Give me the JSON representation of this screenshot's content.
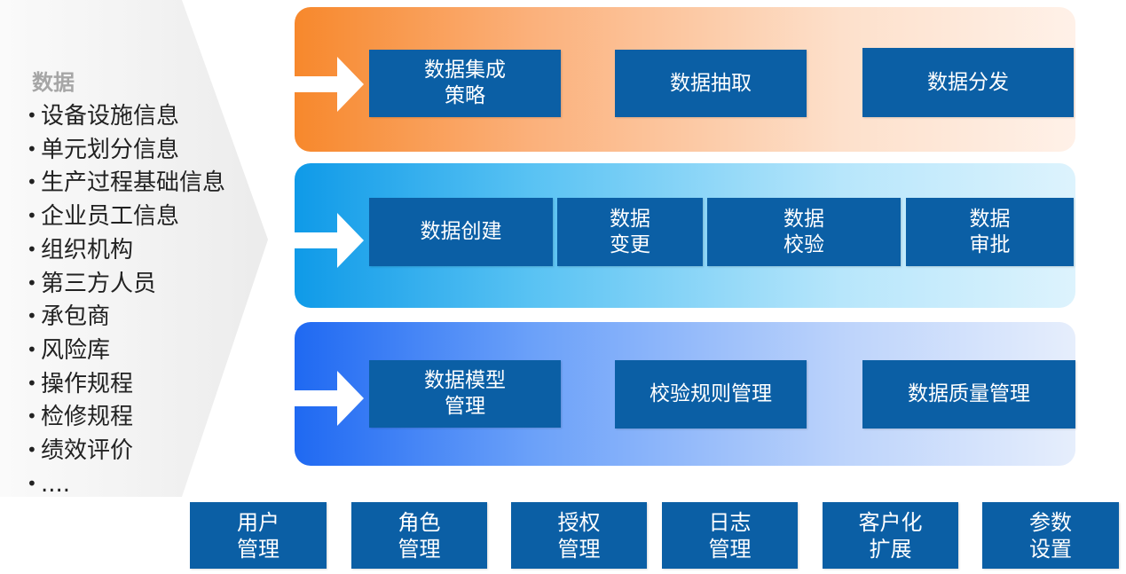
{
  "data_panel": {
    "title": "数据",
    "items": [
      "设备设施信息",
      "单元划分信息",
      "生产过程基础信息",
      "企业员工信息",
      "组织机构",
      "第三方人员",
      "承包商",
      "风险库",
      "操作规程",
      "检修规程",
      "绩效评价",
      "...."
    ]
  },
  "colors": {
    "box": "#0b5fa5",
    "band1": "#f7882c",
    "band2": "#0f9ae8",
    "band3": "#1f69f2"
  },
  "bands": [
    {
      "name": "band-integration",
      "boxes": [
        {
          "lines": [
            "数据集成",
            "策略"
          ]
        },
        {
          "lines": [
            "数据抽取"
          ]
        },
        {
          "lines": [
            "数据分发"
          ]
        }
      ]
    },
    {
      "name": "band-workflow",
      "boxes": [
        {
          "lines": [
            "数据创建"
          ]
        },
        {
          "lines": [
            "数据",
            "变更"
          ]
        },
        {
          "lines": [
            "数据",
            "校验"
          ]
        },
        {
          "lines": [
            "数据",
            "审批"
          ]
        }
      ]
    },
    {
      "name": "band-quality",
      "boxes": [
        {
          "lines": [
            "数据模型",
            "管理"
          ]
        },
        {
          "lines": [
            "校验规则管理"
          ]
        },
        {
          "lines": [
            "数据质量管理"
          ]
        }
      ]
    }
  ],
  "bottom_boxes": [
    {
      "lines": [
        "用户",
        "管理"
      ]
    },
    {
      "lines": [
        "角色",
        "管理"
      ]
    },
    {
      "lines": [
        "授权",
        "管理"
      ]
    },
    {
      "lines": [
        "日志",
        "管理"
      ]
    },
    {
      "lines": [
        "客户化",
        "扩展"
      ]
    },
    {
      "lines": [
        "参数",
        "设置"
      ]
    }
  ]
}
